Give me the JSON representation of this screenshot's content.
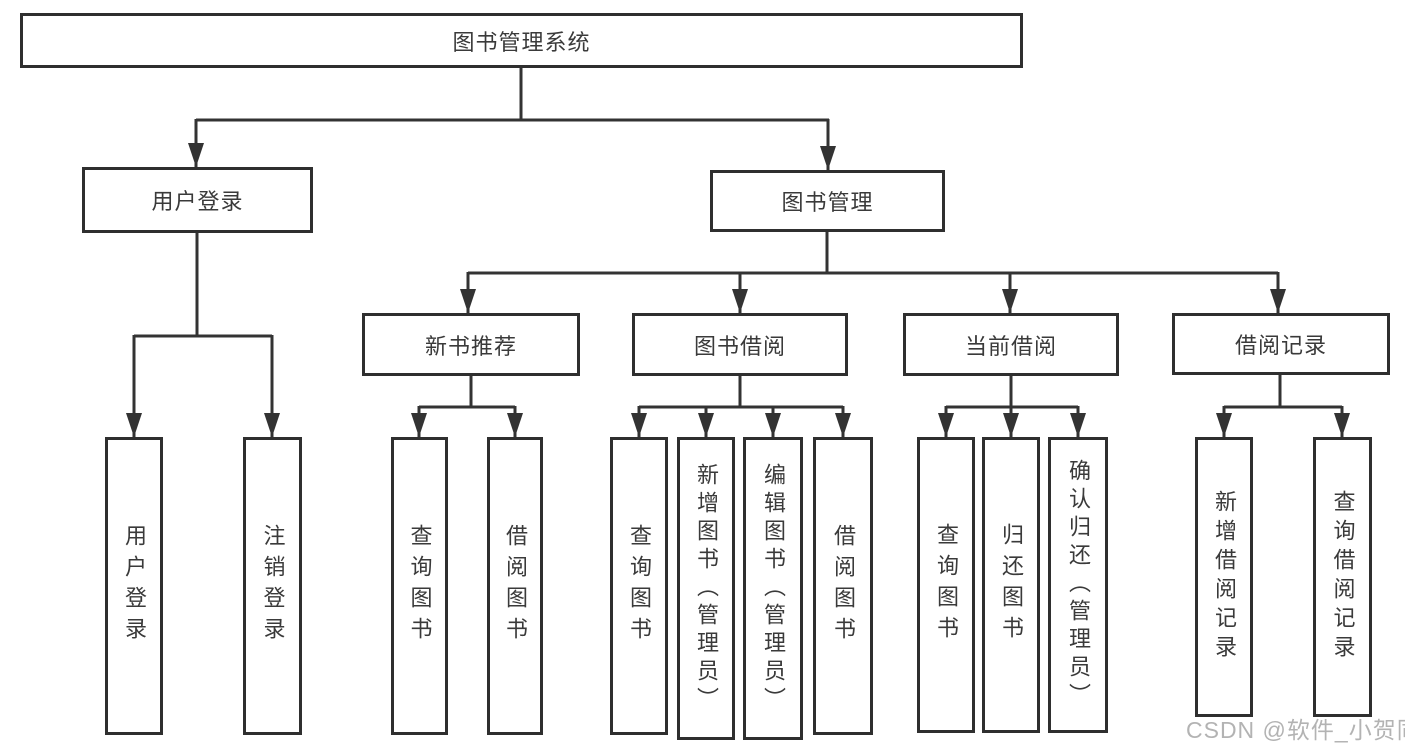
{
  "tree": {
    "label": "图书管理系统",
    "children": [
      {
        "label": "用户登录",
        "children": [
          {
            "label": "用户登录"
          },
          {
            "label": "注销登录"
          }
        ]
      },
      {
        "label": "图书管理",
        "children": [
          {
            "label": "新书推荐",
            "children": [
              {
                "label": "查询图书"
              },
              {
                "label": "借阅图书"
              }
            ]
          },
          {
            "label": "图书借阅",
            "children": [
              {
                "label": "查询图书"
              },
              {
                "label": "新增图书（管理员）"
              },
              {
                "label": "编辑图书（管理员）"
              },
              {
                "label": "借阅图书"
              }
            ]
          },
          {
            "label": "当前借阅",
            "children": [
              {
                "label": "查询图书"
              },
              {
                "label": "归还图书"
              },
              {
                "label": "确认归还（管理员）"
              }
            ]
          },
          {
            "label": "借阅记录",
            "children": [
              {
                "label": "新增借阅记录"
              },
              {
                "label": "查询借阅记录"
              }
            ]
          }
        ]
      }
    ]
  },
  "watermark": "CSDN @软件_小贺同学",
  "colors": {
    "line": "#333333",
    "border": "#2f2f2f",
    "text": "#3a3a3a",
    "background": "#ffffff",
    "watermark": "#b3b3b3"
  }
}
